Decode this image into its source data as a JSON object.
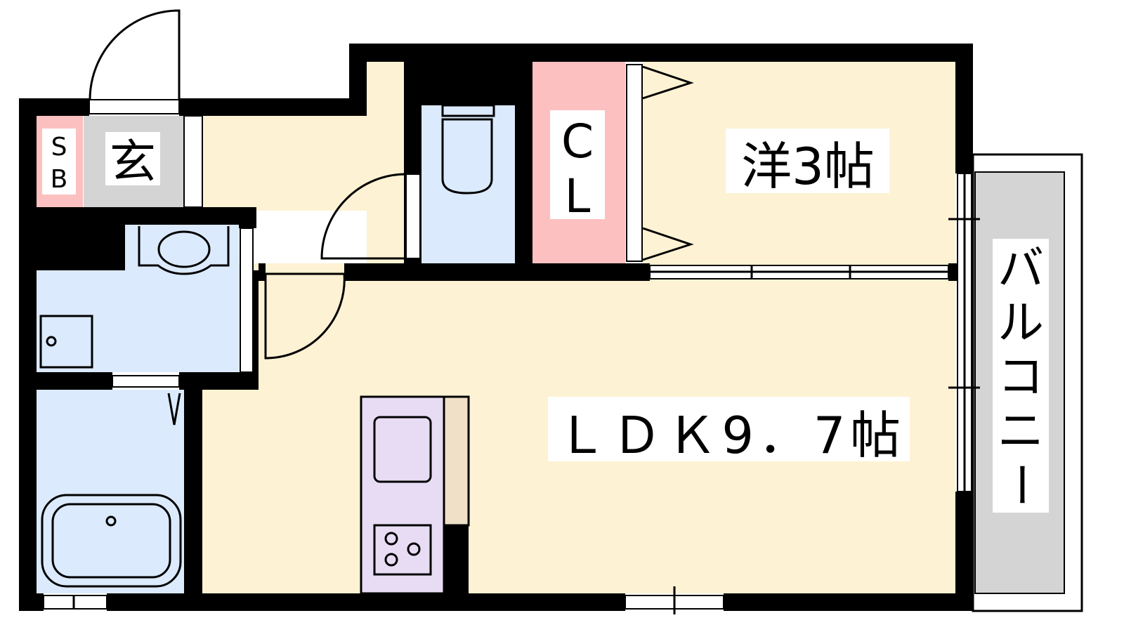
{
  "floorplan": {
    "rooms": {
      "shoe_box": {
        "line1": "S",
        "line2": "B"
      },
      "entrance": {
        "label": "玄"
      },
      "closet": {
        "line1": "C",
        "line2": "L"
      },
      "western_room": {
        "label": "洋3帖"
      },
      "ldk": {
        "label": "ＬＤＫ9．7帖"
      },
      "balcony": {
        "chars": [
          "バ",
          "ル",
          "コ",
          "ニ",
          "ー"
        ]
      }
    },
    "colors": {
      "floor": "#fdf2d3",
      "wet_area": "#dbeafc",
      "storage": "#fcc0c0",
      "entrance_balcony": "#d4d4d4",
      "kitchen": "#e8dcf4",
      "counter": "#f0e0c8",
      "wall": "#000000"
    }
  }
}
